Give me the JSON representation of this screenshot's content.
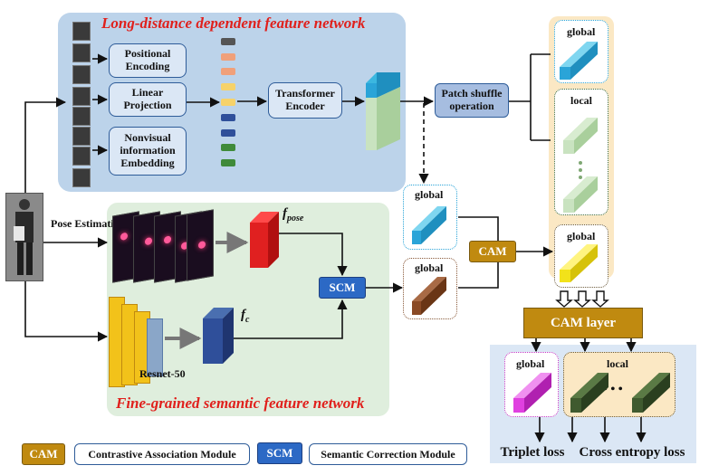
{
  "top_network": {
    "title": "Long-distance dependent feature network"
  },
  "bottom_network": {
    "title": "Fine-grained semantic feature network"
  },
  "blocks": {
    "positional": "Positional Encoding",
    "linear": "Linear Projection",
    "nonvisual": "Nonvisual information Embedding",
    "transformer": "Transformer Encoder",
    "patch_shuffle": "Patch shuffle operation",
    "pose_estimation": "Pose Estimation",
    "resnet": "Resnet-50",
    "cam": "CAM",
    "scm": "SCM",
    "cam_layer": "CAM layer"
  },
  "features": {
    "f_pose_main": "f",
    "f_pose_sub": "pose",
    "f_c_main": "f",
    "f_c_sub": "c"
  },
  "labels": {
    "global_right_top": "global",
    "local_right": "local",
    "global_right_cam": "global",
    "global_mid_top": "global",
    "global_mid_bottom": "global",
    "global_bottom": "global",
    "local_bottom": "local",
    "dots": "• • •"
  },
  "legend": {
    "cam_abbr": "CAM",
    "cam_full": "Contrastive Association Module",
    "scm_abbr": "SCM",
    "scm_full": "Semantic Correction Module"
  },
  "losses": {
    "triplet": "Triplet loss",
    "cross_entropy": "Cross entropy loss"
  },
  "colors": {
    "top_panel": "#bcd3ea",
    "bottom_panel": "#dfeedd",
    "right_panel": "#fbe8c4",
    "cam": "#c08a10",
    "scm": "#2c69c5",
    "title_red": "#e0201c",
    "token_colors": [
      "#555555",
      "#f0a07a",
      "#f0a07a",
      "#f6d26a",
      "#f6d26a",
      "#2f4f9a",
      "#2f4f9a",
      "#3f8a3a",
      "#3f8a3a"
    ]
  }
}
